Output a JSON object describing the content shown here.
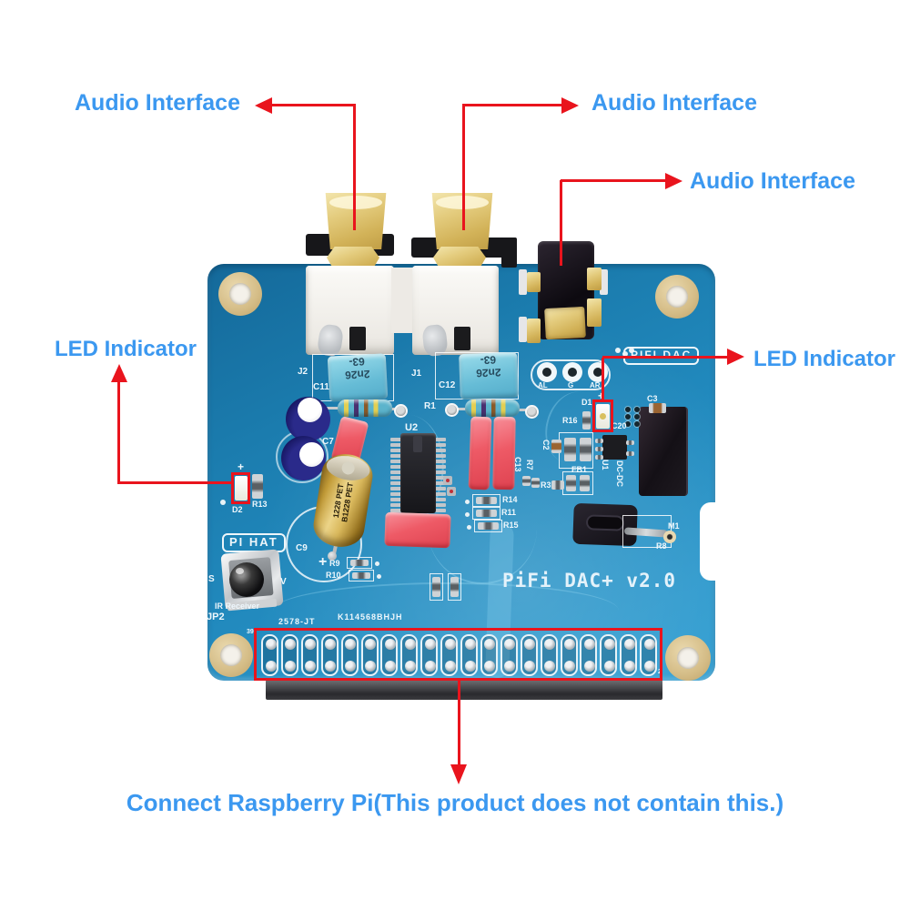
{
  "annotations": {
    "audio_interface_1": "Audio Interface",
    "audio_interface_2": "Audio Interface",
    "audio_interface_3": "Audio Interface",
    "led_indicator_left": "LED Indicator",
    "led_indicator_right": "LED Indicator",
    "connect_note": "Connect Raspberry Pi(This product does not contain this.)"
  },
  "colors": {
    "label_blue": "#3b98f0",
    "arrow_red": "#e9141d",
    "board_blue": "#1e83b6",
    "silkscreen_white": "#eef7fc",
    "rca_gold": "#dcc06a"
  },
  "board": {
    "title": "PiFi DAC+ v2.0",
    "badges": {
      "pifi_dac": "PIFI DAC",
      "pi_hat": "PI HAT"
    },
    "cap_marking_line1": "2n26",
    "cap_marking_line2": "63-",
    "gold_cap_line1": "1228 PET",
    "gold_cap_line2": "B1228 PET",
    "silkscreen": {
      "j2": "J2",
      "j1": "J1",
      "c11": "C11",
      "c12": "C12",
      "r1": "R1",
      "u2": "U2",
      "c7": "C7",
      "c9": "C9",
      "c13": "C13",
      "r7": "R7",
      "r3": "R3",
      "r9": "R9",
      "r10": "R10",
      "r13": "R13",
      "r14": "R14",
      "r11": "R11",
      "r15": "R15",
      "d2": "D2",
      "d1": "D1",
      "r16": "R16",
      "c20": "C20",
      "c2": "C2",
      "c3": "C3",
      "fb1": "FB1",
      "u1": "U1",
      "dc_dc": "DC-DC",
      "m1": "M1",
      "r8": "R8",
      "jp2": "JP2",
      "ir_receiver": "IR Receiver",
      "s": "S",
      "v": "V",
      "plus": "+",
      "pin_al": "AL",
      "pin_g": "G",
      "pin_ar": "AR",
      "num_39": "39",
      "num_2": "2",
      "lot1": "2578-JT",
      "lot2": "K114568BHJH"
    }
  }
}
